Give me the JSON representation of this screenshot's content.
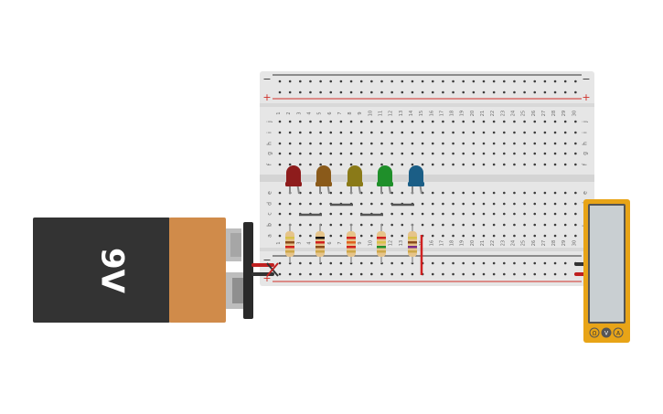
{
  "battery": {
    "label": "9V",
    "body_color": "#333333",
    "cap_color": "#d08b4a"
  },
  "breadboard": {
    "columns": [
      "1",
      "2",
      "3",
      "4",
      "5",
      "6",
      "7",
      "8",
      "9",
      "10",
      "11",
      "12",
      "13",
      "14",
      "15",
      "16",
      "17",
      "18",
      "19",
      "20",
      "21",
      "22",
      "23",
      "24",
      "25",
      "26",
      "27",
      "28",
      "29",
      "30"
    ],
    "upper_rows": [
      "j",
      "i",
      "h",
      "g",
      "f"
    ],
    "lower_rows": [
      "e",
      "d",
      "c",
      "b",
      "a"
    ],
    "rail_minus": "−",
    "rail_plus": "+",
    "board_color": "#e6e6e6",
    "rail_red": "#d0302a",
    "rail_dark": "#333333"
  },
  "leds": [
    {
      "name": "red",
      "color": "#8e1c1c"
    },
    {
      "name": "orange",
      "color": "#8a5a1a"
    },
    {
      "name": "yellow",
      "color": "#8a7a18"
    },
    {
      "name": "green",
      "color": "#1f8f2a"
    },
    {
      "name": "blue",
      "color": "#1b5e86"
    }
  ],
  "resistor_bands": [
    [
      "#d8c24a",
      "#8a4b1d",
      "#d02020",
      "#cfa84a"
    ],
    [
      "#111111",
      "#d02020",
      "#8a4b1d",
      "#cfa84a"
    ],
    [
      "#d02020",
      "#e06020",
      "#d02020",
      "#cfa84a"
    ],
    [
      "#d02020",
      "#d8c24a",
      "#1f8f2a",
      "#cfa84a"
    ],
    [
      "#d8c24a",
      "#8a4b1d",
      "#7a2a8a",
      "#cfa84a"
    ]
  ],
  "multimeter": {
    "body_color": "#e8a417",
    "screen_color": "#c9cfd2",
    "buttons": [
      "Ω",
      "V",
      "A"
    ]
  }
}
